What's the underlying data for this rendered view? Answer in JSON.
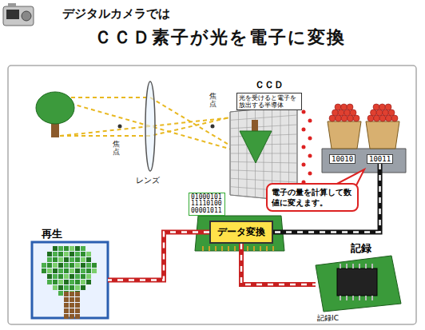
{
  "diagram": {
    "title": "ＣＣＤ素子が光を電子に変換",
    "nodes": [
      {
        "text": [
          "ＣＣＤ",
          "光を受けると電子を放出する半導体"
        ]
      },
      {
        "text": [
          "10010"
        ]
      },
      {
        "text": [
          "10011"
        ]
      },
      {
        "text": [
          "電子の量を計算して数値に変えます。"
        ]
      },
      {
        "text": [
          "01000101 11110100 00001011"
        ]
      },
      {
        "text": [
          "データ変換"
        ]
      },
      {
        "text": [
          "再生"
        ]
      },
      {
        "text": [
          "記録",
          "記録IC"
        ]
      }
    ],
    "edges": [
      {
        "from": 2,
        "to": 5,
        "arrow": "none"
      },
      {
        "from": 5,
        "to": 6,
        "arrow": "none"
      },
      {
        "from": 5,
        "to": 7,
        "arrow": "none"
      }
    ],
    "labels": [
      "デジタルカメラでは",
      "焦点",
      "焦点",
      "レンズ"
    ]
  }
}
